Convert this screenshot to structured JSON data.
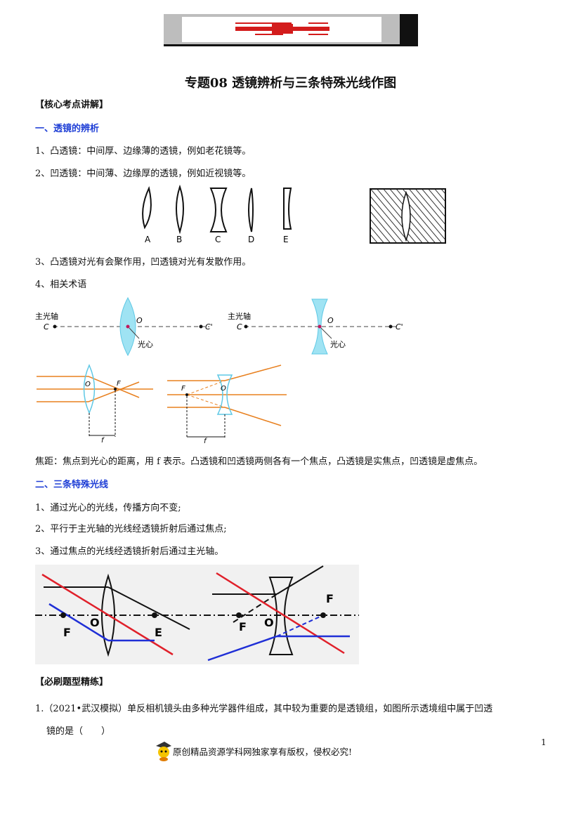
{
  "document": {
    "title": "专题08 透镜辨析与三条特殊光线作图",
    "section_core": "【核心考点讲解】",
    "part1": {
      "heading": "一、透镜的辨析",
      "items": [
        "1、凸透镜：中间厚、边缘薄的透镜，例如老花镜等。",
        "2、凹透镜：中间薄、边缘厚的透镜，例如近视镜等。",
        "3、凸透镜对光有会聚作用，凹透镜对光有发散作用。",
        "4、相关术语"
      ],
      "lens_labels": [
        "A",
        "B",
        "C",
        "D",
        "E"
      ],
      "focal_text": "焦距：焦点到光心的距离，用 f 表示。凸透镜和凹透镜两侧各有一个焦点，凸透镜是实焦点，凹透镜是虚焦点。"
    },
    "terms_figure": {
      "main_axis": "主光轴",
      "c": "C",
      "c_prime": "C'",
      "o": "O",
      "optical_center": "光心",
      "f_label": "F",
      "f_small": "f"
    },
    "part2": {
      "heading": "二、三条特殊光线",
      "items": [
        "1、通过光心的光线，传播方向不变;",
        "2、平行于主光轴的光线经透镜折射后通过焦点;",
        "3、通过焦点的光线经透镜折射后通过主光轴。"
      ],
      "rays_labels": {
        "F": "F",
        "O": "O",
        "E": "E"
      }
    },
    "practice": {
      "heading": "【必刷题型精练】",
      "q1_line1": "1.（2021•武汉模拟）单反相机镜头由多种光学器件组成，其中较为重要的是透镜组，如图所示透境组中属于凹透",
      "q1_line2": "镜的是（　　）"
    },
    "page_number": "1",
    "footer": "原创精品资源学科网独家享有版权，侵权必究!"
  },
  "colors": {
    "heading_blue": "#1f3fd6",
    "ray_orange": "#e8801f",
    "lens_cyan": "#8fdcf0",
    "ray_red": "#e0202a",
    "ray_blue": "#1f2fd6"
  }
}
